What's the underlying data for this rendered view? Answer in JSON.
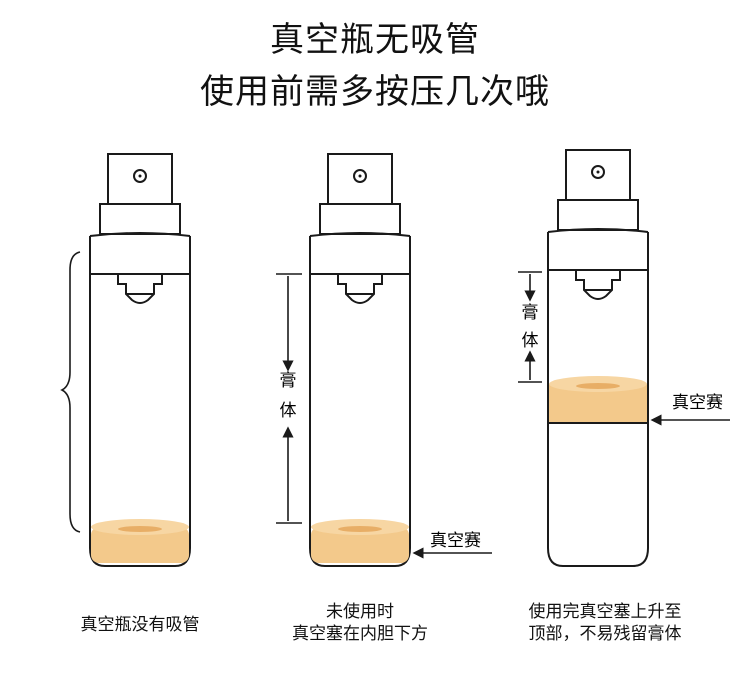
{
  "title": {
    "line1": "真空瓶无吸管",
    "line2": "使用前需多按压几次哦"
  },
  "bottles": [
    {
      "caption_lines": [
        "真空瓶没有吸管"
      ]
    },
    {
      "caption_lines": [
        "未使用时",
        "真空塞在内胆下方"
      ],
      "dimension_label_chars": [
        "膏",
        "体"
      ],
      "piston_label": "真空赛"
    },
    {
      "caption_lines": [
        "使用完真空塞上升至",
        "顶部，不易残留膏体"
      ],
      "dimension_label_chars": [
        "膏",
        "体"
      ],
      "piston_label": "真空赛"
    }
  ],
  "colors": {
    "outline": "#1a1a1a",
    "piston_fill": "#f3c98b",
    "piston_inner": "#e8ae66"
  }
}
